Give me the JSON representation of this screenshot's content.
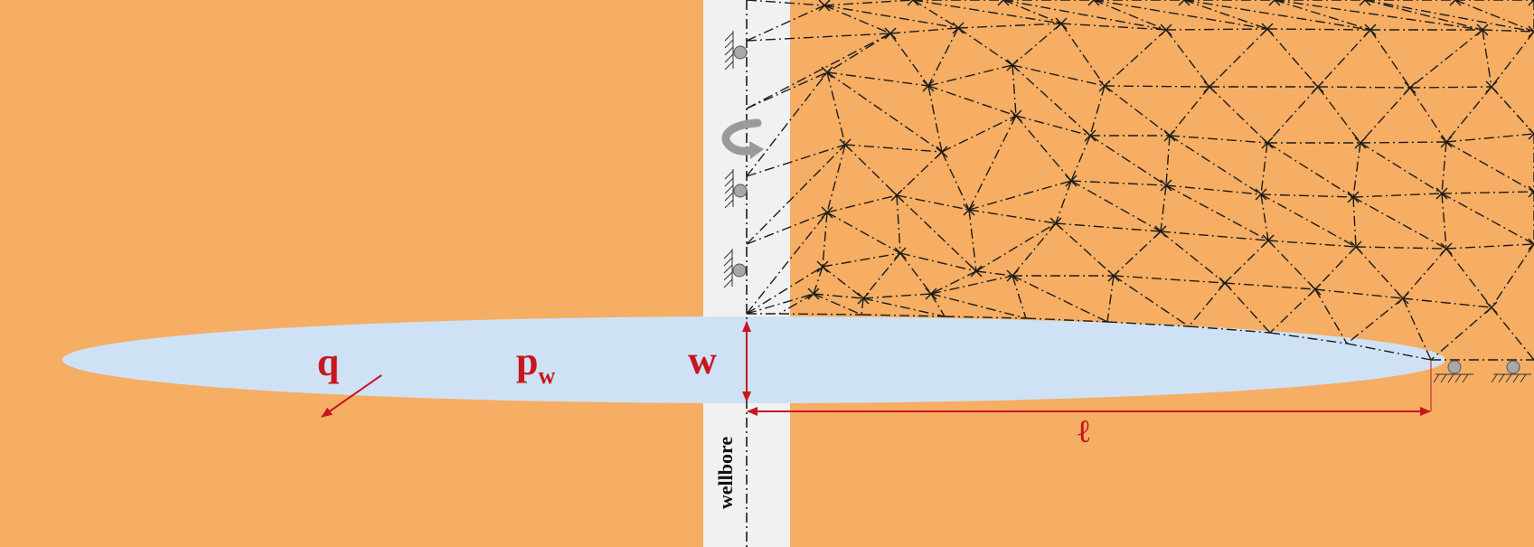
{
  "labels": {
    "flux": "q",
    "pressure_main": "p",
    "pressure_sub": "w",
    "aperture": "w",
    "length": "ℓ",
    "wellbore": "wellbore"
  },
  "colors": {
    "rock": "#F5AE64",
    "fracture": "#CFE2F5",
    "wellbore": "#F1F1F1",
    "annotation": "#C8161D",
    "mesh": "#1B1B1B",
    "support": "#9A9A9A"
  },
  "icons": [
    "rotation-arrow-icon",
    "roller-support-icon",
    "ground-hatch-icon"
  ]
}
